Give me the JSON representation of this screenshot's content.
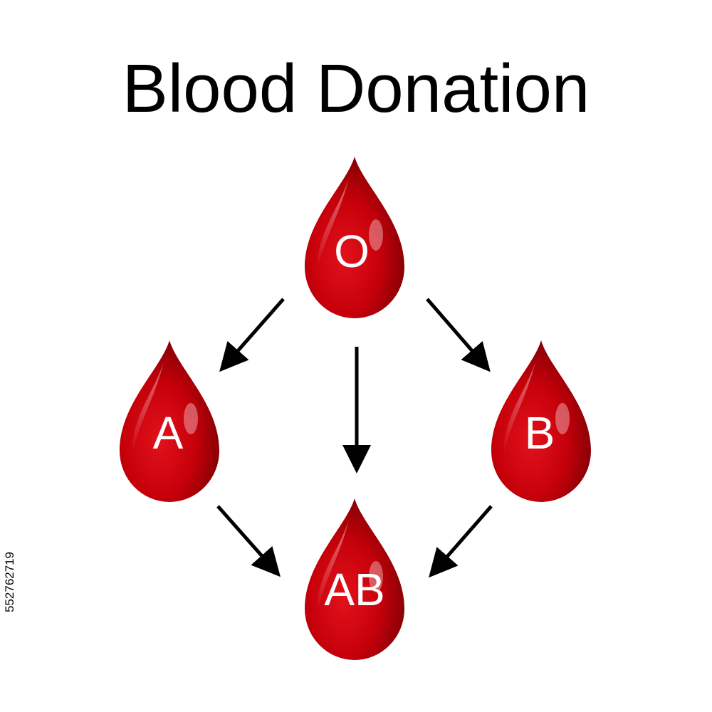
{
  "title": "Blood Donation",
  "drops": {
    "o": "O",
    "a": "A",
    "b": "B",
    "ab": "AB"
  },
  "colors": {
    "drop": "#c8000a",
    "drop_dark": "#8a0006",
    "arrow": "#000000"
  },
  "side_id": "552762719"
}
